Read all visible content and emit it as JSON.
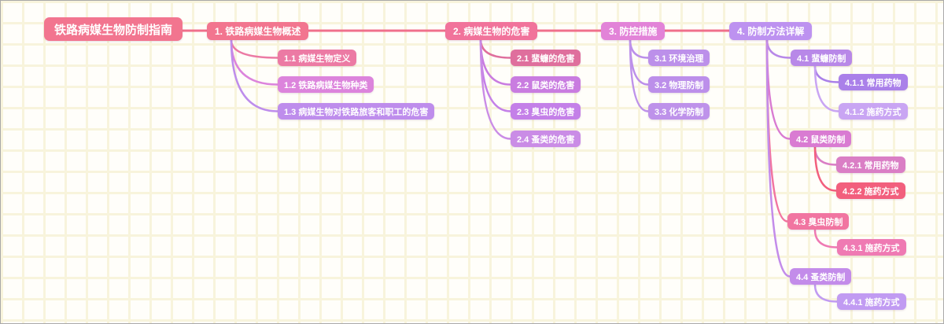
{
  "theme": {
    "background": "#FFFEFA",
    "grid_line": "#F8F4DC",
    "canvas_border": "#A9A9A9",
    "trunk_color": "#F0708C"
  },
  "mindmap": {
    "title": "铁路病媒生物防制指南",
    "nodes": [
      {
        "id": "root",
        "label": "铁路病媒生物防制指南",
        "color": "#F2758F"
      },
      {
        "id": "1",
        "label": "1. 铁路病媒生物概述",
        "color": "#F2758F"
      },
      {
        "id": "1.1",
        "label": "1.1 病媒生物定义",
        "color": "#EC7AA4"
      },
      {
        "id": "1.2",
        "label": "1.2 铁路病媒生物种类",
        "color": "#DC84DC"
      },
      {
        "id": "1.3",
        "label": "1.3 病媒生物对铁路旅客和职工的危害",
        "color": "#BE8DEC"
      },
      {
        "id": "2",
        "label": "2. 病媒生物的危害",
        "color": "#F1739B"
      },
      {
        "id": "2.1",
        "label": "2.1 蜚蠊的危害",
        "color": "#DF6F9D"
      },
      {
        "id": "2.2",
        "label": "2.2 鼠类的危害",
        "color": "#C97CE0"
      },
      {
        "id": "2.3",
        "label": "2.3 臭虫的危害",
        "color": "#C480E8"
      },
      {
        "id": "2.4",
        "label": "2.4 蚤类的危害",
        "color": "#CA8CE6"
      },
      {
        "id": "3",
        "label": "3. 防控措施",
        "color": "#E283D8"
      },
      {
        "id": "3.1",
        "label": "3.1 环境治理",
        "color": "#BC90EA"
      },
      {
        "id": "3.2",
        "label": "3.2 物理防制",
        "color": "#BC8FEA"
      },
      {
        "id": "3.3",
        "label": "3.3 化学防制",
        "color": "#BE92EA"
      },
      {
        "id": "4",
        "label": "4. 防制方法详解",
        "color": "#BD92F0"
      },
      {
        "id": "4.1",
        "label": "4.1 蜚蠊防制",
        "color": "#B888E8"
      },
      {
        "id": "4.1.1",
        "label": "4.1.1 常用药物",
        "color": "#AA80E9"
      },
      {
        "id": "4.1.2",
        "label": "4.1.2 施药方式",
        "color": "#C9A5F3"
      },
      {
        "id": "4.2",
        "label": "4.2 鼠类防制",
        "color": "#D97BD2"
      },
      {
        "id": "4.2.1",
        "label": "4.2.1 常用药物",
        "color": "#DA7EC5"
      },
      {
        "id": "4.2.2",
        "label": "4.2.2 施药方式",
        "color": "#F25F7D"
      },
      {
        "id": "4.3",
        "label": "4.3 臭虫防制",
        "color": "#F175A1"
      },
      {
        "id": "4.3.1",
        "label": "4.3.1 施药方式",
        "color": "#EF7AB3"
      },
      {
        "id": "4.4",
        "label": "4.4 蚤类防制",
        "color": "#C38CEA"
      },
      {
        "id": "4.4.1",
        "label": "4.4.1 施药方式",
        "color": "#C19BF2"
      }
    ]
  }
}
